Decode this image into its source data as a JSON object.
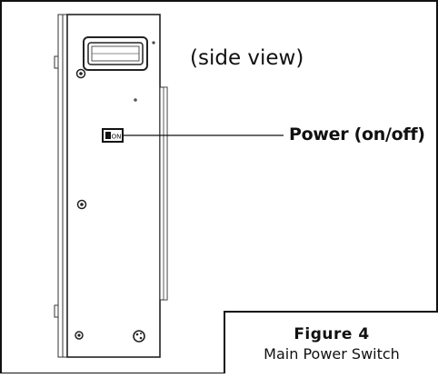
{
  "labels": {
    "view": "(side view)",
    "power": "Power (on/off)"
  },
  "switch_text": "ON",
  "caption": {
    "title": "Figure 4",
    "subtitle": "Main Power Switch"
  }
}
